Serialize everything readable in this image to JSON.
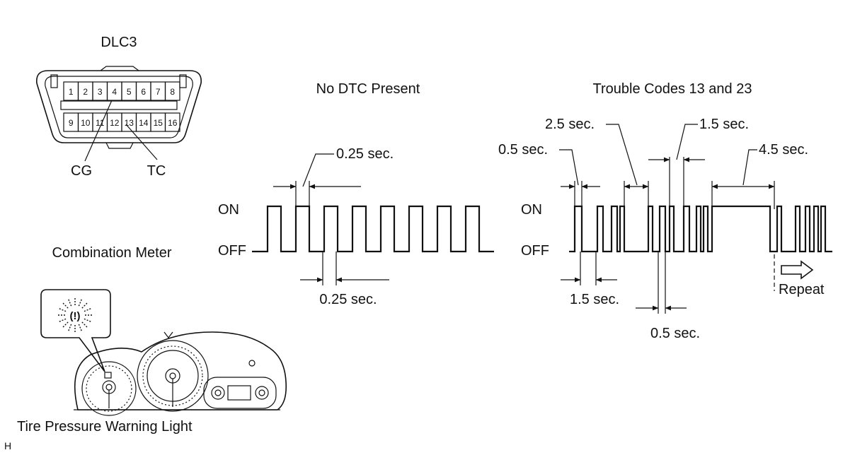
{
  "connector": {
    "title": "DLC3",
    "top_pins": [
      "1",
      "2",
      "3",
      "4",
      "5",
      "6",
      "7",
      "8"
    ],
    "bottom_pins": [
      "9",
      "10",
      "11",
      "12",
      "13",
      "14",
      "15",
      "16"
    ],
    "cg_label": "CG",
    "tc_label": "TC"
  },
  "meter": {
    "title": "Combination Meter",
    "warning_light_label": "Tire Pressure Warning Light",
    "warning_icon": "tire-pressure-warning-icon",
    "lamp_symbol": "(!)"
  },
  "no_dtc": {
    "title": "No DTC Present",
    "on_label": "ON",
    "off_label": "OFF",
    "pulse_on_label": "0.25 sec.",
    "pulse_off_label": "0.25 sec."
  },
  "codes": {
    "title": "Trouble Codes 13 and 23",
    "on_label": "ON",
    "off_label": "OFF",
    "labels": {
      "t_2_5": "2.5 sec.",
      "t_1_5_top": "1.5 sec.",
      "t_0_5_top": "0.5 sec.",
      "t_4_5": "4.5 sec.",
      "t_1_5_bottom": "1.5 sec.",
      "t_0_5_bottom": "0.5 sec."
    },
    "repeat_label": "Repeat"
  },
  "footer_code": "H"
}
